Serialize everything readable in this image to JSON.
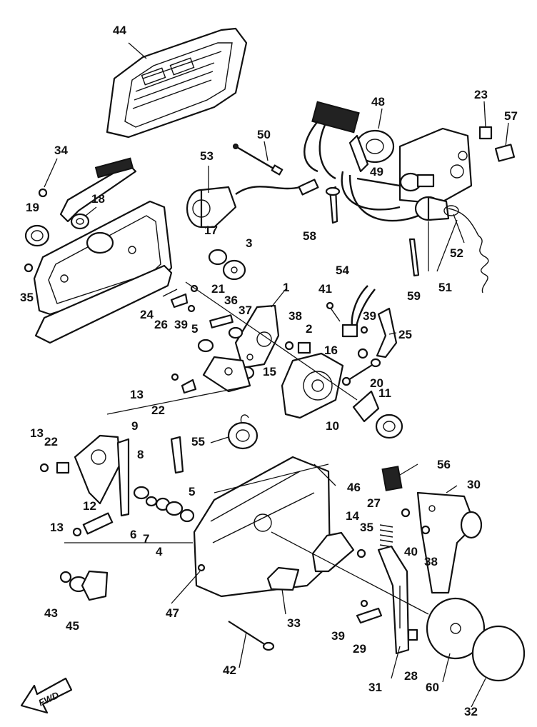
{
  "callouts": {
    "c44": "44",
    "c34": "34",
    "c19": "19",
    "c18": "18",
    "c53": "53",
    "c50": "50",
    "c48": "48",
    "c23": "23",
    "c57": "57",
    "c49": "49",
    "c58": "58",
    "c52": "52",
    "c51": "51",
    "c59": "59",
    "c17": "17",
    "c3": "3",
    "c35a": "35",
    "c21": "21",
    "c54": "54",
    "c41": "41",
    "c1": "1",
    "c36": "36",
    "c37": "37",
    "c24": "24",
    "c26": "26",
    "c39a": "39",
    "c5a": "5",
    "c38a": "38",
    "c2": "2",
    "c39b": "39",
    "c25": "25",
    "c16": "16",
    "c20": "20",
    "c15": "15",
    "c11": "11",
    "c10": "10",
    "c13a": "13",
    "c22a": "22",
    "c55": "55",
    "c13b": "13",
    "c22b": "22",
    "c9": "9",
    "c8": "8",
    "c5b": "5",
    "c56": "56",
    "c30": "30",
    "c46": "46",
    "c12": "12",
    "c6": "6",
    "c7": "7",
    "c4": "4",
    "c13c": "13",
    "c27": "27",
    "c14": "14",
    "c35b": "35",
    "c40": "40",
    "c38b": "38",
    "c43": "43",
    "c45": "45",
    "c47": "47",
    "c33": "33",
    "c39c": "39",
    "c29": "29",
    "c42": "42",
    "c31": "31",
    "c28": "28",
    "c60": "60",
    "c32": "32"
  },
  "direction_label": "FWD"
}
